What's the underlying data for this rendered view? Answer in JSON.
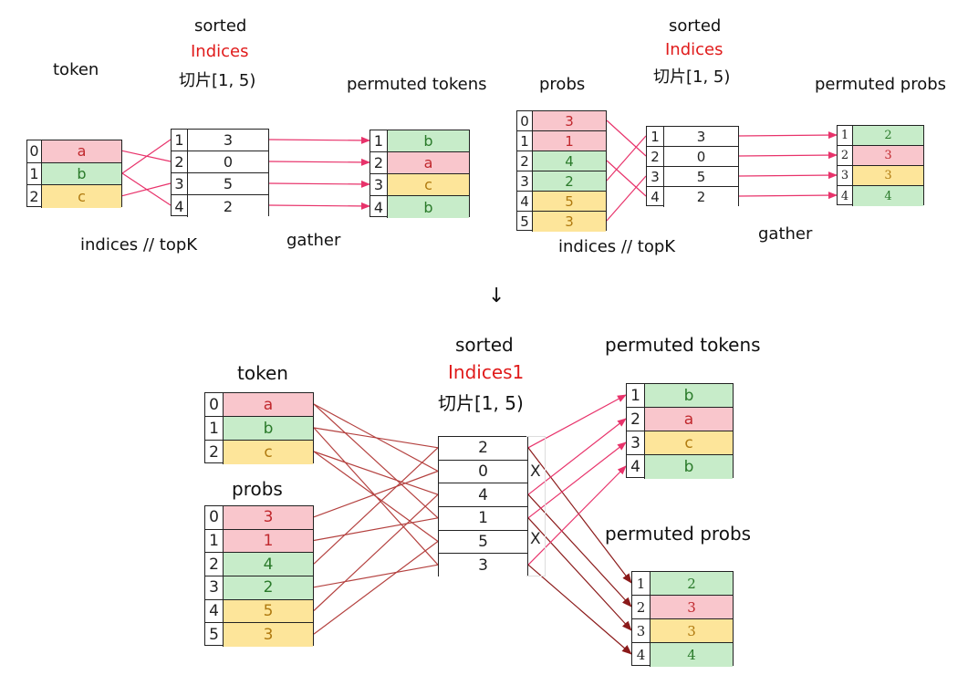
{
  "top_left": {
    "token_label": "token",
    "sorted_label": "sorted",
    "indices_label": "Indices",
    "slice_label": "切片[1, 5)",
    "permuted_label": "permuted tokens",
    "topk_label": "indices // topK",
    "gather_label": "gather",
    "tokens": [
      {
        "idx": "0",
        "val": "a",
        "color": "red"
      },
      {
        "idx": "1",
        "val": "b",
        "color": "green"
      },
      {
        "idx": "2",
        "val": "c",
        "color": "yellow"
      }
    ],
    "sorted": [
      {
        "idx": "1",
        "val": "3"
      },
      {
        "idx": "2",
        "val": "0"
      },
      {
        "idx": "3",
        "val": "5"
      },
      {
        "idx": "4",
        "val": "2"
      }
    ],
    "permuted": [
      {
        "idx": "1",
        "val": "b",
        "color": "green"
      },
      {
        "idx": "2",
        "val": "a",
        "color": "red"
      },
      {
        "idx": "3",
        "val": "c",
        "color": "yellow"
      },
      {
        "idx": "4",
        "val": "b",
        "color": "green"
      }
    ]
  },
  "top_right": {
    "probs_label": "probs",
    "sorted_label": "sorted",
    "indices_label": "Indices",
    "slice_label": "切片[1, 5)",
    "permuted_label": "permuted probs",
    "topk_label": "indices // topK",
    "gather_label": "gather",
    "probs": [
      {
        "idx": "0",
        "val": "3",
        "color": "red"
      },
      {
        "idx": "1",
        "val": "1",
        "color": "red"
      },
      {
        "idx": "2",
        "val": "4",
        "color": "green"
      },
      {
        "idx": "3",
        "val": "2",
        "color": "green"
      },
      {
        "idx": "4",
        "val": "5",
        "color": "yellow"
      },
      {
        "idx": "5",
        "val": "3",
        "color": "yellow"
      }
    ],
    "sorted": [
      {
        "idx": "1",
        "val": "3"
      },
      {
        "idx": "2",
        "val": "0"
      },
      {
        "idx": "3",
        "val": "5"
      },
      {
        "idx": "4",
        "val": "2"
      }
    ],
    "permuted": [
      {
        "idx": "1",
        "val": "2",
        "color": "green"
      },
      {
        "idx": "2",
        "val": "3",
        "color": "red"
      },
      {
        "idx": "3",
        "val": "3",
        "color": "yellow"
      },
      {
        "idx": "4",
        "val": "4",
        "color": "green"
      }
    ]
  },
  "arrow_down": "↓",
  "bottom": {
    "token_label": "token",
    "probs_label": "probs",
    "sorted_label": "sorted",
    "indices_label": "Indices1",
    "slice_label": "切片[1, 5)",
    "permuted_tokens_label": "permuted tokens",
    "permuted_probs_label": "permuted probs",
    "x_mark": "X",
    "tokens": [
      {
        "idx": "0",
        "val": "a",
        "color": "red"
      },
      {
        "idx": "1",
        "val": "b",
        "color": "green"
      },
      {
        "idx": "2",
        "val": "c",
        "color": "yellow"
      }
    ],
    "probs": [
      {
        "idx": "0",
        "val": "3",
        "color": "red"
      },
      {
        "idx": "1",
        "val": "1",
        "color": "red"
      },
      {
        "idx": "2",
        "val": "4",
        "color": "green"
      },
      {
        "idx": "3",
        "val": "2",
        "color": "green"
      },
      {
        "idx": "4",
        "val": "5",
        "color": "yellow"
      },
      {
        "idx": "5",
        "val": "3",
        "color": "yellow"
      }
    ],
    "sorted": [
      "2",
      "0",
      "4",
      "1",
      "5",
      "3"
    ],
    "permuted_tokens": [
      {
        "idx": "1",
        "val": "b",
        "color": "green"
      },
      {
        "idx": "2",
        "val": "a",
        "color": "red"
      },
      {
        "idx": "3",
        "val": "c",
        "color": "yellow"
      },
      {
        "idx": "4",
        "val": "b",
        "color": "green"
      }
    ],
    "permuted_probs": [
      {
        "idx": "1",
        "val": "2",
        "color": "green"
      },
      {
        "idx": "2",
        "val": "3",
        "color": "red"
      },
      {
        "idx": "3",
        "val": "3",
        "color": "yellow"
      },
      {
        "idx": "4",
        "val": "4",
        "color": "green"
      }
    ]
  },
  "colors": {
    "red_fill": "#f9c6cc",
    "green_fill": "#c7ecc9",
    "yellow_fill": "#fde59a",
    "pink_line": "#e8336b",
    "dark_red_line": "#8b1a1a",
    "brown_line": "#b4413f",
    "highlight_red": "#e01b1b"
  }
}
